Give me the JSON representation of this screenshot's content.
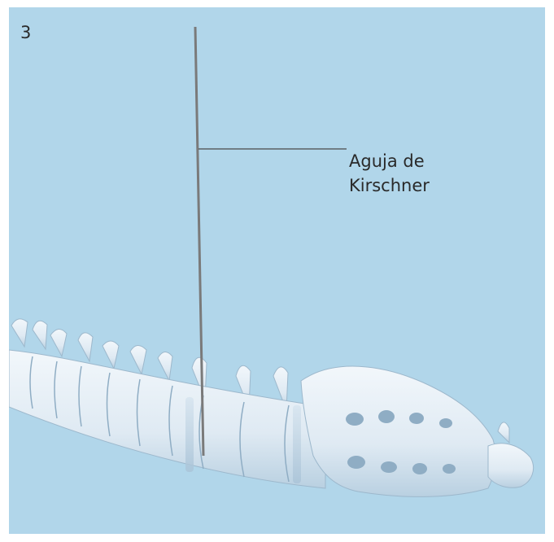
{
  "step": {
    "number": "3"
  },
  "callout": {
    "line1": "Aguja de",
    "line2": "Kirschner"
  },
  "colors": {
    "background": "#b1d6ea",
    "bone": "#e6f0f7",
    "bone_shadow": "#b8cfe0",
    "bone_dark": "#8fadc4",
    "wire": "#7a7a7a",
    "leader": "#4a4a4a"
  }
}
